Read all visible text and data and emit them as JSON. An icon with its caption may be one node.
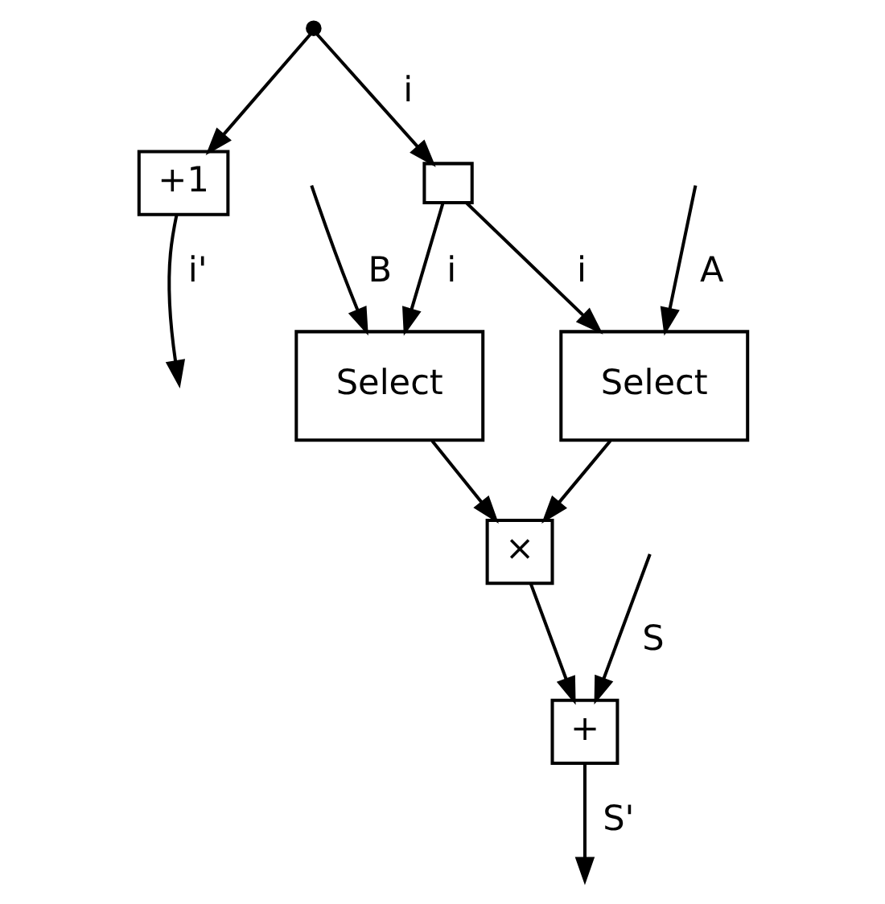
{
  "diagram": {
    "nodes": [
      {
        "text": [],
        "shape": "circle"
      },
      {
        "text": [
          "+1"
        ]
      },
      {
        "text": [],
        "shape": "box"
      },
      {
        "text": [
          "Select"
        ]
      },
      {
        "text": [
          "Select"
        ]
      },
      {
        "text": [
          "×"
        ]
      },
      {
        "text": [
          "+"
        ]
      }
    ],
    "edges": [
      {
        "from": 0,
        "to": 2,
        "arrow": "to",
        "label": "i"
      },
      {
        "from": 0,
        "to": 1,
        "arrow": "to"
      },
      {
        "from": 1,
        "to": null,
        "arrow": "to",
        "label": "i'"
      },
      {
        "from": 2,
        "to": 3,
        "arrow": "to",
        "label": "i"
      },
      {
        "from": 2,
        "to": 4,
        "arrow": "to",
        "label": "i"
      },
      {
        "from": null,
        "to": 3,
        "arrow": "to",
        "label": "A"
      },
      {
        "from": null,
        "to": 4,
        "arrow": "to",
        "label": "B"
      },
      {
        "from": 3,
        "to": 5,
        "arrow": "to"
      },
      {
        "from": 4,
        "to": 5,
        "arrow": "to"
      },
      {
        "from": 5,
        "to": 6,
        "arrow": "to"
      },
      {
        "from": null,
        "to": 6,
        "arrow": "to",
        "label": "S"
      },
      {
        "from": 6,
        "to": null,
        "arrow": "to",
        "label": "S'"
      }
    ]
  }
}
